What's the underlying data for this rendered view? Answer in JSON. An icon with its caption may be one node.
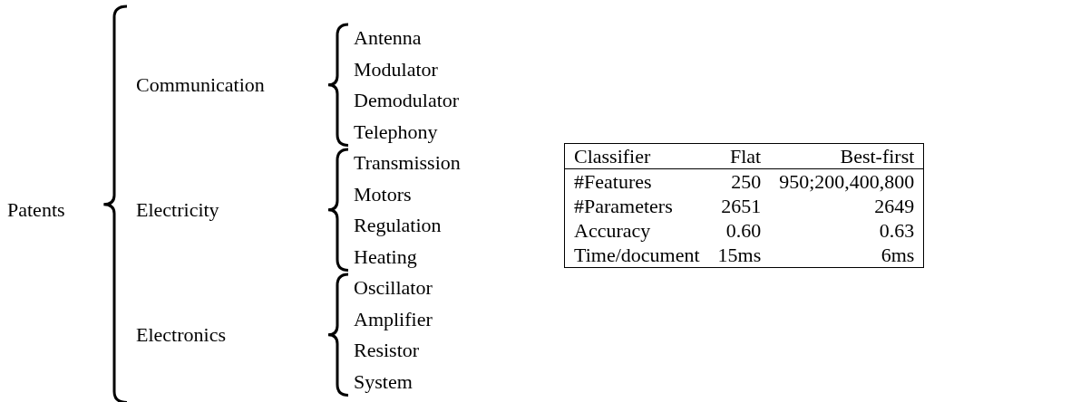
{
  "diagram": {
    "labels": [
      "Patents",
      "Communication",
      "Antenna",
      "Modulator",
      "Demodulator",
      "Telephony",
      "Electricity",
      "Transmission",
      "Motors",
      "Regulation",
      "Heating",
      "Electronics",
      "Oscillator",
      "Amplifier",
      "Resistor",
      "System",
      "Classifier",
      "Flat",
      "Best-first",
      "#Features",
      "250",
      "950;200,400,800",
      "#Parameters",
      "2651",
      "2649",
      "Accuracy",
      "0.60",
      "0.63",
      "Time/document",
      "15ms",
      "6ms"
    ]
  }
}
